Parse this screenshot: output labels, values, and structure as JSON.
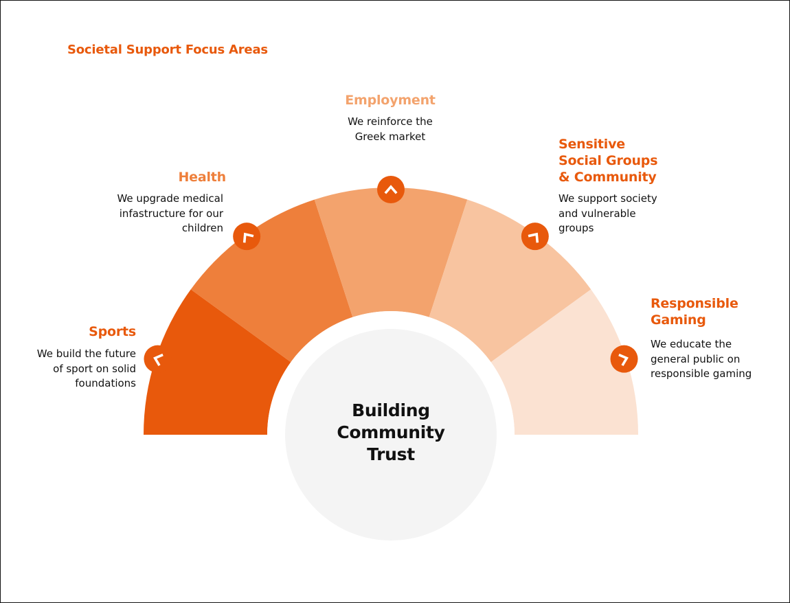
{
  "title": "Societal Support Focus Areas",
  "center_label": [
    "Building",
    "Community",
    "Trust"
  ],
  "colors": {
    "accent": "#e8590c",
    "center_fill": "#f4f4f4"
  },
  "segments": [
    {
      "heading": [
        "Sports"
      ],
      "description": [
        "We build the future",
        "of sport on solid",
        "foundations"
      ],
      "color": "#e8590c",
      "heading_color": "#e8590c",
      "icon": "chevron-icon"
    },
    {
      "heading": [
        "Health"
      ],
      "description": [
        "We upgrade medical",
        "infastructure for our",
        "children"
      ],
      "color": "#ee7f3b",
      "heading_color": "#ee7f3b",
      "icon": "chevron-icon"
    },
    {
      "heading": [
        "Employment"
      ],
      "description": [
        "We reinforce the",
        "Greek market"
      ],
      "color": "#f3a36d",
      "heading_color": "#f3a36d",
      "icon": "chevron-icon"
    },
    {
      "heading": [
        "Sensitive",
        "Social Groups",
        "& Community"
      ],
      "description": [
        "We support society",
        "and vulnerable",
        "groups"
      ],
      "color": "#f8c4a0",
      "heading_color": "#e8590c",
      "icon": "chevron-icon"
    },
    {
      "heading": [
        "Responsible",
        "Gaming"
      ],
      "description": [
        "We educate the",
        "general public on",
        "responsible gaming"
      ],
      "color": "#fbe2d2",
      "heading_color": "#e8590c",
      "icon": "chevron-icon"
    }
  ]
}
